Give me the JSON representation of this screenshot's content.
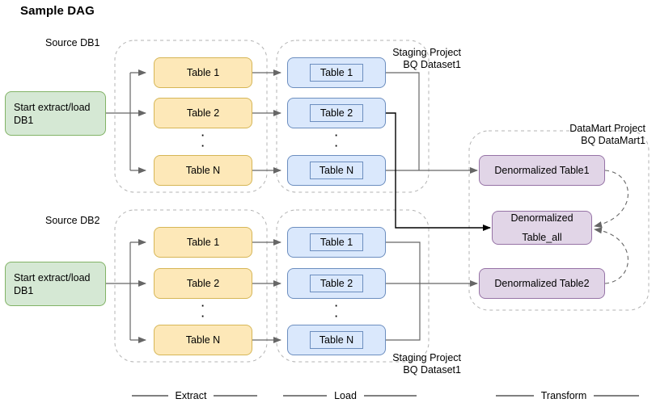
{
  "title": "Sample DAG",
  "groups": [
    {
      "name": "source-db1-label",
      "text": "Source DB1"
    },
    {
      "name": "source-db2-label",
      "text": "Source DB2"
    },
    {
      "name": "staging-top-label",
      "text": "Staging Project\nBQ Dataset1"
    },
    {
      "name": "staging-bottom-label",
      "text": "Staging Project\nBQ Dataset1"
    },
    {
      "name": "datamart-label",
      "text": "DataMart Project\nBQ DataMart1"
    }
  ],
  "start_nodes": [
    {
      "label": "Start extract/load\nDB1"
    },
    {
      "label": "Start extract/load\nDB1"
    }
  ],
  "extract_top": [
    "Table 1",
    "Table 2",
    "Table N"
  ],
  "extract_bottom": [
    "Table 1",
    "Table 2",
    "Table N"
  ],
  "load_top": [
    "Table 1",
    "Table 2",
    "Table N"
  ],
  "load_bottom": [
    "Table 1",
    "Table 2",
    "Table N"
  ],
  "transform": {
    "table1": "Denormalized Table1",
    "table_all_line1": "Denormalized",
    "table_all_line2": "Table_all",
    "table2": "Denormalized Table2"
  },
  "phases": [
    {
      "label": "Extract"
    },
    {
      "label": "Load"
    },
    {
      "label": "Transform"
    }
  ],
  "ellipsis": "·\n·",
  "colors": {
    "green_fill": "#d5e8d4",
    "green_stroke": "#82b366",
    "yellow_fill": "#fde8b8",
    "yellow_stroke": "#d6b656",
    "blue_fill": "#dae8fc",
    "blue_stroke": "#6c8ebf",
    "purple_fill": "#e1d5e7",
    "purple_stroke": "#9673a6",
    "edge": "#666666",
    "dashed_group": "#b3b3b3",
    "black_edge": "#000000"
  }
}
